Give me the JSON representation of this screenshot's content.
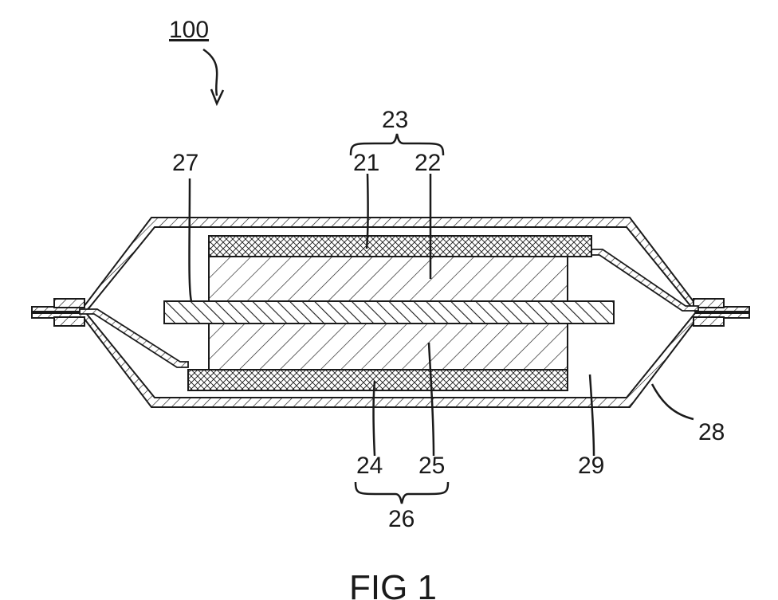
{
  "figure": {
    "reference_numeral": "100",
    "caption": "FIG 1"
  },
  "labels": {
    "l21": "21",
    "l22": "22",
    "l23": "23",
    "l24": "24",
    "l25": "25",
    "l26": "26",
    "l27": "27",
    "l28": "28",
    "l29": "29"
  },
  "colors": {
    "line": "#1a1a1a",
    "background": "#ffffff"
  }
}
